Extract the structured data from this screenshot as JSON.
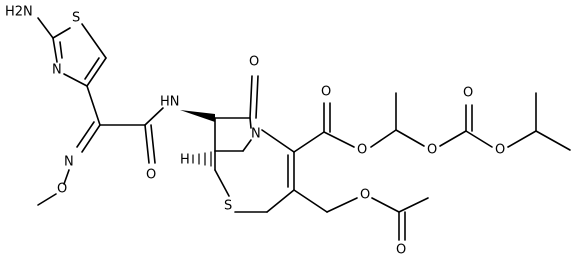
{
  "molecule": {
    "atom_labels": {
      "amine": "H2N",
      "thiazole_s": "S",
      "thiazole_n": "N",
      "amide_nh": "HN",
      "ring_n": "N",
      "beta_lactam_o": "O",
      "oxime_n": "N",
      "oxime_o": "O",
      "amide_o": "O",
      "ring_h": "H",
      "ring_s": "S",
      "ester_o_carbonyl": "O",
      "ester_o_link": "O",
      "acetal_o": "O",
      "carbonate_o_carbonyl": "O",
      "carbonate_o_link": "O",
      "acetoxy_o_link": "O",
      "acetoxy_o_carbonyl": "O"
    }
  }
}
